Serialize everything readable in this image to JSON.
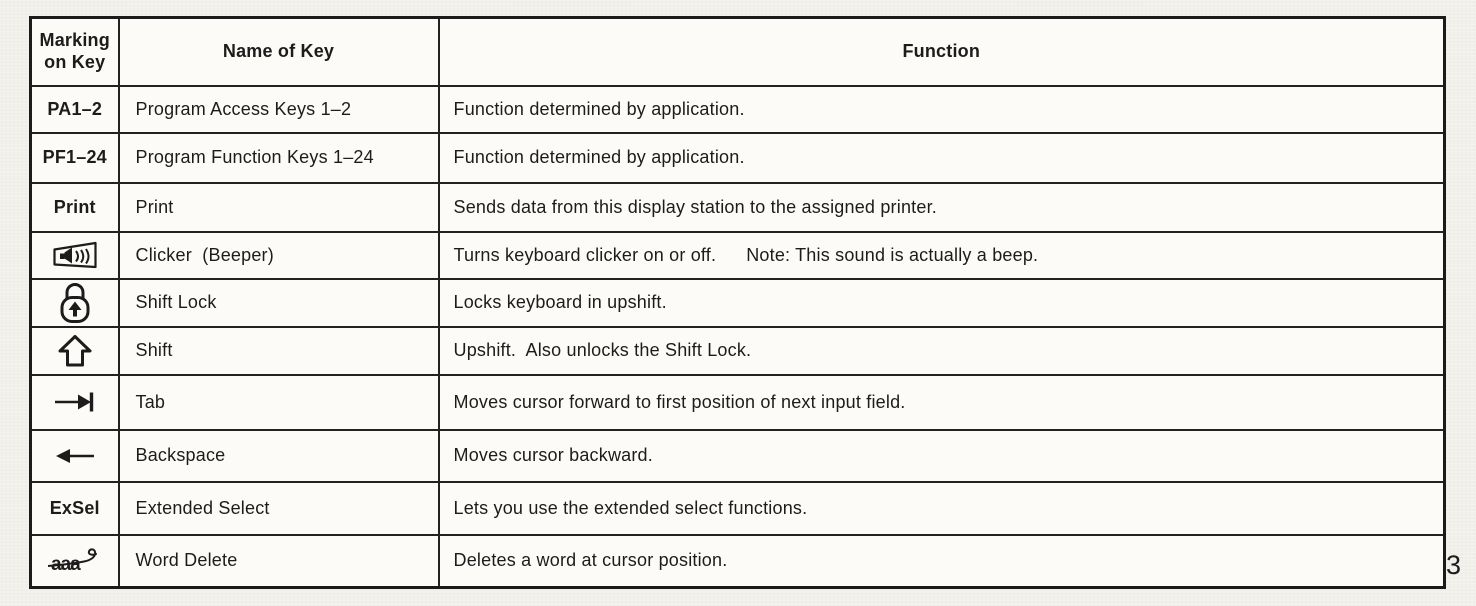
{
  "page": {
    "page_number": "3"
  },
  "colors": {
    "ink": "#1c1c1c",
    "paper": "#fcfbf7"
  },
  "table": {
    "headers": {
      "marking": "Marking on Key",
      "name": "Name of Key",
      "function": "Function"
    },
    "rows": [
      {
        "marking_type": "text",
        "marking": "PA1–2",
        "name": "Program Access Keys 1–2",
        "function": "Function determined by application."
      },
      {
        "marking_type": "text",
        "marking": "PF1–24",
        "name": "Program Function Keys 1–24",
        "function": "Function determined by application."
      },
      {
        "marking_type": "text",
        "marking": "Print",
        "name": "Print",
        "function": "Sends data from this display station to the assigned printer."
      },
      {
        "marking_type": "icon",
        "marking_icon": "clicker-speaker-icon",
        "name": "Clicker  (Beeper)",
        "function": "Turns keyboard clicker on or off.",
        "note": "Note: This sound is actually a beep."
      },
      {
        "marking_type": "icon",
        "marking_icon": "shift-lock-icon",
        "name": "Shift Lock",
        "function": "Locks keyboard in upshift."
      },
      {
        "marking_type": "icon",
        "marking_icon": "shift-up-arrow-icon",
        "name": "Shift",
        "function": "Upshift.  Also unlocks the Shift Lock."
      },
      {
        "marking_type": "icon",
        "marking_icon": "tab-right-arrow-icon",
        "name": "Tab",
        "function": "Moves cursor forward to first position of next input field."
      },
      {
        "marking_type": "icon",
        "marking_icon": "backspace-left-arrow-icon",
        "name": "Backspace",
        "function": "Moves cursor backward."
      },
      {
        "marking_type": "text",
        "marking": "ExSel",
        "name": "Extended Select",
        "function": "Lets you use the extended select functions."
      },
      {
        "marking_type": "icon",
        "marking_icon": "word-delete-mark-icon",
        "marking": "aaa",
        "name": "Word Delete",
        "function": "Deletes a word at cursor position."
      }
    ]
  }
}
